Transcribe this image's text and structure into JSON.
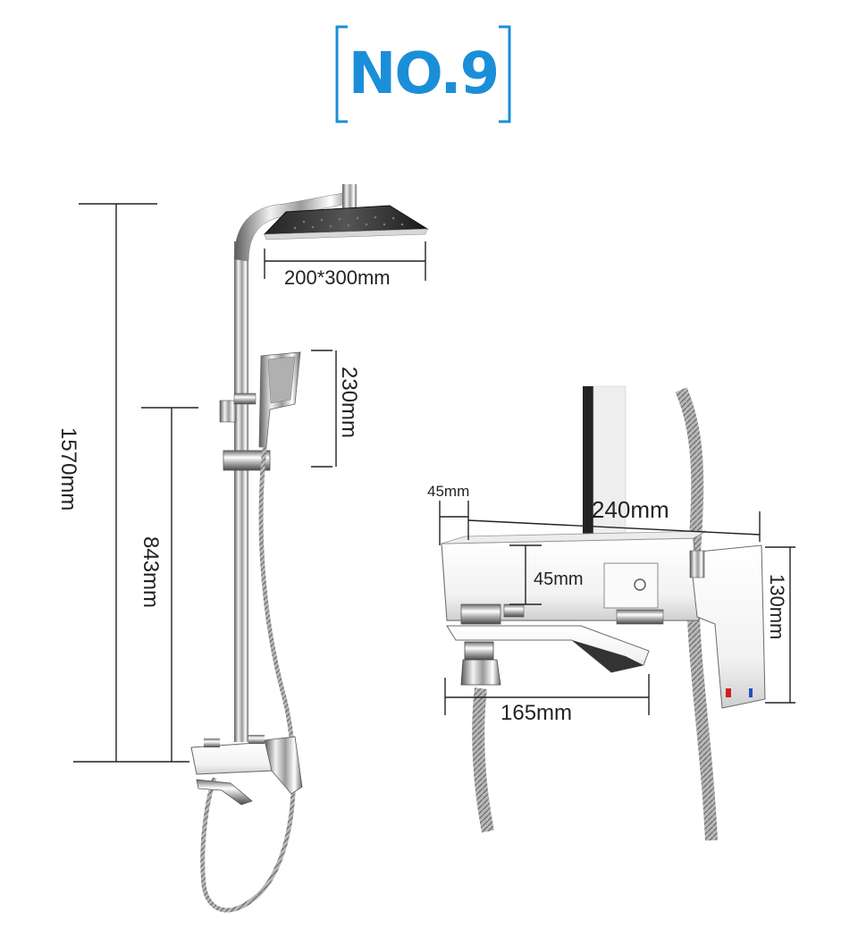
{
  "badge": {
    "text": "NO.9",
    "color": "#1a8fd8"
  },
  "dimensions": {
    "total_height": "1570mm",
    "mixer_height": "843mm",
    "rain_head_size": "200*300mm",
    "hand_shower_length": "230mm",
    "inlet_width": "45mm",
    "mixer_width": "240mm",
    "mixer_depth": "45mm",
    "mixer_body_height": "130mm",
    "spout_length": "165mm"
  }
}
